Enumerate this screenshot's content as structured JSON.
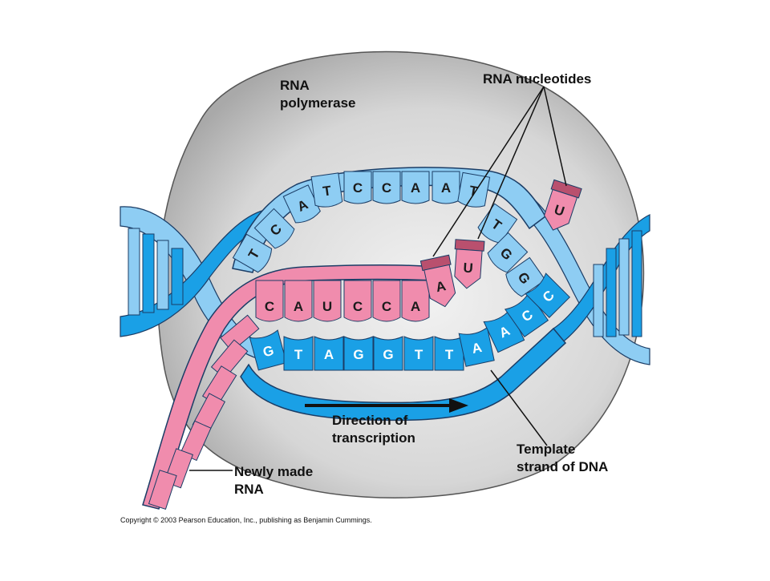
{
  "labels": {
    "polymerase_line1": "RNA",
    "polymerase_line2": "polymerase",
    "nucleotides": "RNA nucleotides",
    "direction_line1": "Direction of",
    "direction_line2": "transcription",
    "template_line1": "Template",
    "template_line2": "strand of DNA",
    "new_rna_line1": "Newly made",
    "new_rna_line2": "RNA"
  },
  "coding_strand_bases": [
    "T",
    "C",
    "A",
    "T",
    "C",
    "C",
    "A",
    "A",
    "T",
    "T",
    "G",
    "G"
  ],
  "template_strand_bases": [
    "G",
    "T",
    "A",
    "G",
    "G",
    "T",
    "T",
    "A",
    "A",
    "C",
    "C"
  ],
  "rna_bases": [
    "C",
    "A",
    "U",
    "C",
    "C",
    "A"
  ],
  "free_nucleotides": [
    "A",
    "U",
    "U"
  ],
  "copyright": "Copyright © 2003 Pearson Education, Inc., publishing as Benjamin Cummings.",
  "colors": {
    "dna_light": "#8ecdf3",
    "dna_dark": "#1aa0e6",
    "rna_pink": "#f08cad",
    "rna_dark": "#b9506e",
    "polymerase": "#d4d4d4",
    "outline": "#1b3d66"
  }
}
